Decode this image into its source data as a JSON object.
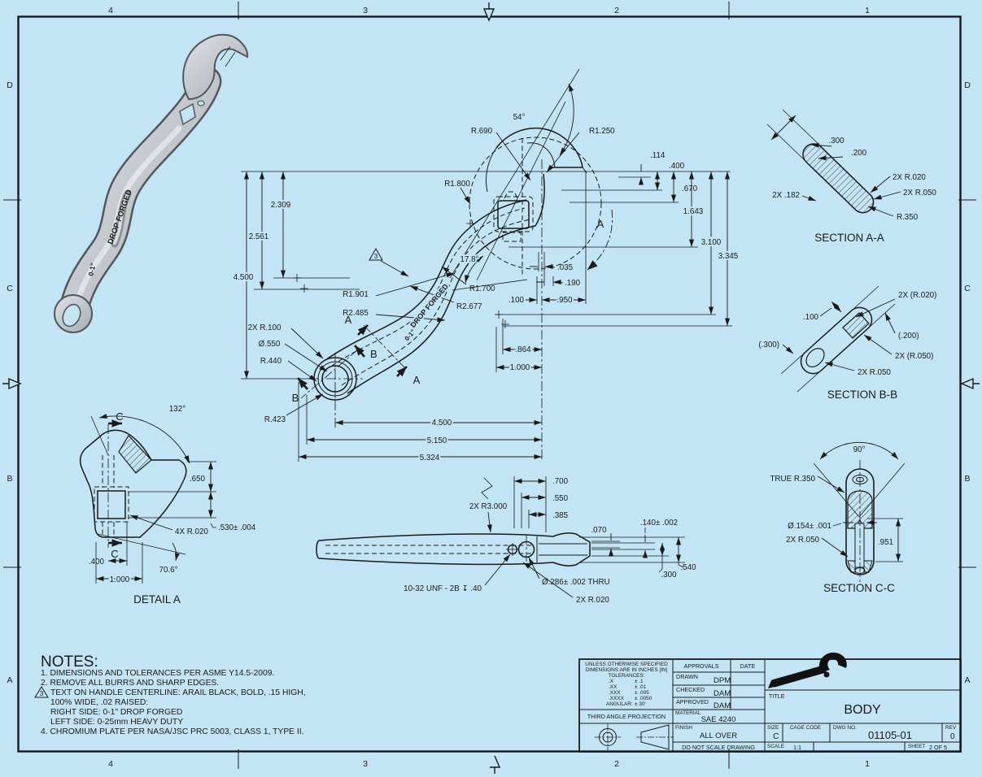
{
  "sheet": {
    "bg_color": "#c3e4f4",
    "line_color": "#1a1a1a",
    "zone_cols": [
      "4",
      "3",
      "2",
      "1"
    ],
    "zone_rows": [
      "D",
      "C",
      "B",
      "A"
    ]
  },
  "iso_view": {
    "stamp_line1": "DROP FORGED",
    "stamp_line2": "0-1\""
  },
  "main_view": {
    "angle_54": "54°",
    "r_690": "R.690",
    "r_1250": "R1.250",
    "r_1800": "R1.800",
    "dim_114": ".114",
    "dim_400": ".400",
    "dim_670": ".670",
    "dim_1643": "1.643",
    "dim_3100": "3.100",
    "dim_3345": "3.345",
    "dim_2309": "2.309",
    "dim_2561": "2.561",
    "dim_4500_v": "4.500",
    "angle_178": "17.8°",
    "r_1901": "R1.901",
    "r_2485": "R2.485",
    "r_1700": "R1.700",
    "r_2677": "R2.677",
    "r_100_2x": "2X R.100",
    "dia_550": "Ø.550",
    "r_440": "R.440",
    "r_423": "R.423",
    "dim_035": ".035",
    "dim_190": ".190",
    "dim_100": ".100",
    "dim_950": ".950",
    "dim_864": ".864",
    "dim_1000": "1.000",
    "dim_4500_h": "4.500",
    "dim_5150": "5.150",
    "dim_5324": "5.324",
    "label_a": "A",
    "label_b": "B",
    "note_flag": "3",
    "stamp_right": "DROP FORGED",
    "stamp_left": "0-1\""
  },
  "detail_a": {
    "title": "DETAIL  A",
    "angle_132": "132°",
    "dim_650": ".650",
    "dim_530": ".530± .004",
    "r020_4x": "4X R.020",
    "dim_400": ".400",
    "dim_1000": "1.000",
    "angle_706": "70.6°",
    "label_c": "C"
  },
  "side_view": {
    "r3000": "2X R3.000",
    "dim_700": ".700",
    "dim_550": ".550",
    "dim_385": ".385",
    "dim_070": ".070",
    "dim_140": ".140± .002",
    "dim_540": ".540",
    "dim_300": ".300",
    "dia_286": "Ø.286± .002 THRU",
    "r020_2x": "2X R.020",
    "thread": "10-32 UNF - 2B ↧ .40"
  },
  "section_aa": {
    "title": "SECTION A-A",
    "dim_300": ".300",
    "dim_200": ".200",
    "dim_182": "2X .182",
    "r020": "2X R.020",
    "r050": "2X R.050",
    "r350": "R.350"
  },
  "section_bb": {
    "title": "SECTION B-B",
    "r020": "2X (R.020)",
    "dim_100": ".100",
    "dim_200": "(.200)",
    "dim_300": "(.300)",
    "r050_ref": "2X (R.050)",
    "r050": "2X R.050"
  },
  "section_cc": {
    "title": "SECTION C-C",
    "angle_90": "90°",
    "true_r350": "TRUE R.350",
    "dia_154": "Ø.154± .001",
    "r050": "2X R.050",
    "dim_951": ".951"
  },
  "notes": {
    "heading": "NOTES:",
    "n1": "1. DIMENSIONS AND TOLERANCES PER ASME Y14.5-2009.",
    "n2": "2. REMOVE ALL BURRS AND SHARP EDGES.",
    "n3_flag": "3",
    "n3a": "TEXT ON HANDLE CENTERLINE: ARAIL BLACK, BOLD, .15 HIGH,",
    "n3b": "100% WIDE, .02 RAISED:",
    "n3c": "RIGHT SIDE: 0-1\"     DROP FORGED",
    "n3d": "LEFT SIDE: 0-25mm    HEAVY DUTY",
    "n4": "4. CHROMIUM PLATE PER NASA/JSC PRC 5003, CLASS 1, TYPE II."
  },
  "title_block": {
    "spec_l1": "UNLESS OTHERWISE SPECIFIED",
    "spec_l2": "DIMENSIONS ARE IN INCHES [IN]",
    "spec_l3": "TOLERANCES:",
    "tol_x_label": ".X",
    "tol_x": "± .1",
    "tol_xx_label": ".XX",
    "tol_xx": "± .01",
    "tol_xxx_label": ".XXX",
    "tol_xxx": "± .005",
    "tol_xxxx_label": ".XXXX",
    "tol_xxxx": "± .0050",
    "tol_ang_label": "ANGULAR:",
    "tol_ang": "± 30'",
    "projection": "THIRD ANGLE PROJECTION",
    "approvals": "APPROVALS",
    "date": "DATE",
    "drawn_label": "DRAWN",
    "drawn": "DPM",
    "checked_label": "CHECKED",
    "checked": "DAM",
    "approved_label": "APPROVED",
    "approved": "DAM",
    "material_label": "MATERIAL",
    "material": "SAE 4240",
    "finish_label": "FINISH",
    "finish": "ALL OVER",
    "no_scale": "DO NOT SCALE DRAWING",
    "title_label": "TITLE",
    "title": "BODY",
    "size_label": "SIZE",
    "size": "C",
    "cage_label": "CAGE CODE",
    "dwg_label": "DWG NO.",
    "dwg_no": "01105-01",
    "rev_label": "REV",
    "rev": "0",
    "scale_label": "SCALE",
    "scale": "1:1",
    "sheet_label": "SHEET",
    "sheet": "2  OF  5"
  }
}
